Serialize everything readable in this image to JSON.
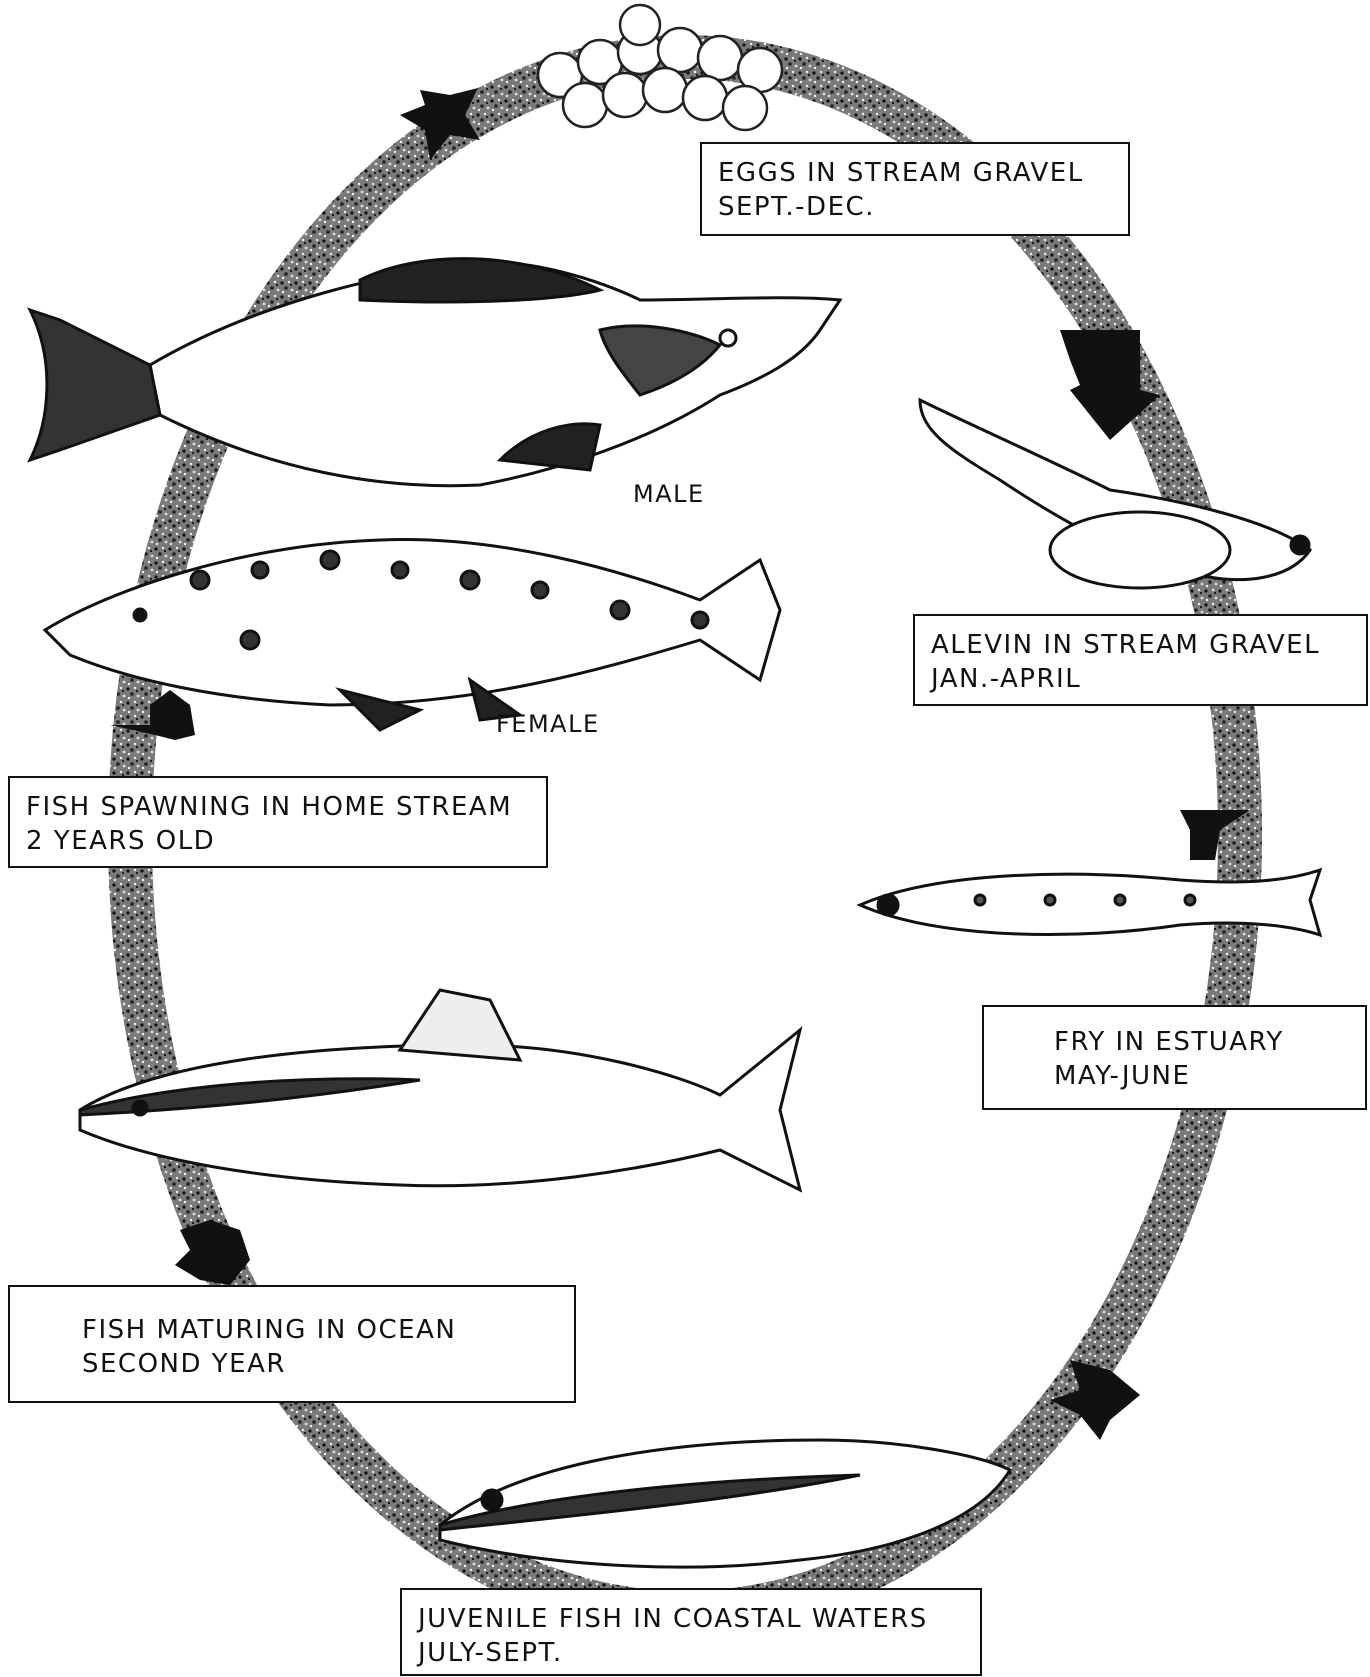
{
  "stages": [
    {
      "id": "eggs",
      "line1": "EGGS IN STREAM GRAVEL",
      "line2": "SEPT.-DEC."
    },
    {
      "id": "alevin",
      "line1": "ALEVIN IN STREAM GRAVEL",
      "line2": "JAN.-APRIL"
    },
    {
      "id": "fry",
      "line1": "FRY IN ESTUARY",
      "line2": "MAY-JUNE"
    },
    {
      "id": "juvenile",
      "line1": "JUVENILE FISH IN COASTAL WATERS",
      "line2": "JULY-SEPT."
    },
    {
      "id": "maturing",
      "line1": "FISH MATURING IN OCEAN",
      "line2": "SECOND YEAR"
    },
    {
      "id": "spawning",
      "line1": "FISH SPAWNING IN HOME STREAM",
      "line2": "2 YEARS OLD"
    }
  ],
  "fish_labels": {
    "male": "MALE",
    "female": "FEMALE"
  }
}
